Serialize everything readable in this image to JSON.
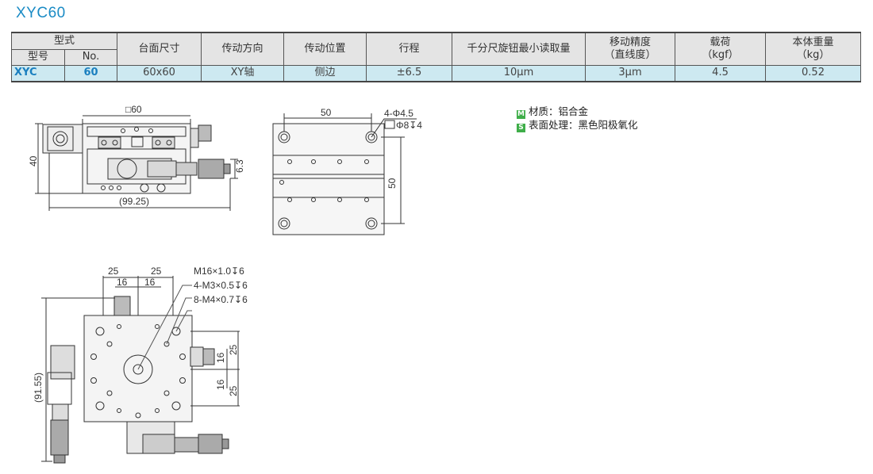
{
  "title": "XYC60",
  "table": {
    "header": {
      "type_label": "型式",
      "model_label": "型号",
      "no_label": "No.",
      "columns": [
        "台面尺寸",
        "传动方向",
        "传动位置",
        "行程",
        "千分尺旋钮最小读取量"
      ],
      "precision_line1": "移动精度",
      "precision_line2": "（直线度）",
      "load_line1": "载荷",
      "load_line2": "（kgf）",
      "weight_line1": "本体重量",
      "weight_line2": "（kg）"
    },
    "row": {
      "model": "XYC",
      "no": "60",
      "size": "60x60",
      "direction": "XY轴",
      "position": "侧边",
      "stroke": "±6.5",
      "reading": "10μm",
      "precision": "3μm",
      "load": "4.5",
      "weight": "0.52"
    }
  },
  "materials": {
    "m_badge": "M",
    "m_text": "材质：铝合金",
    "s_badge": "S",
    "s_text": "表面处理：黑色阳极氧化"
  },
  "drawing": {
    "side_view": {
      "top_dim": "□60",
      "height_dim": "40",
      "offset_dim": "6.3",
      "length_dim": "(99.25)"
    },
    "bottom_view": {
      "width_dim": "50",
      "hole_dim": "4-Φ4.5",
      "cbore_dim": "Φ8↧4",
      "height_dim": "50"
    },
    "top_view": {
      "dim_25a": "25",
      "dim_25b": "25",
      "dim_16a": "16",
      "dim_16b": "16",
      "callout_1": "M16×1.0↧6",
      "callout_2": "4-M3×0.5↧6",
      "callout_3": "8-M4×0.7↧6",
      "right_25a": "25",
      "right_16a": "16",
      "right_16b": "16",
      "right_25b": "25",
      "overall_dim": "(91.55)"
    }
  }
}
